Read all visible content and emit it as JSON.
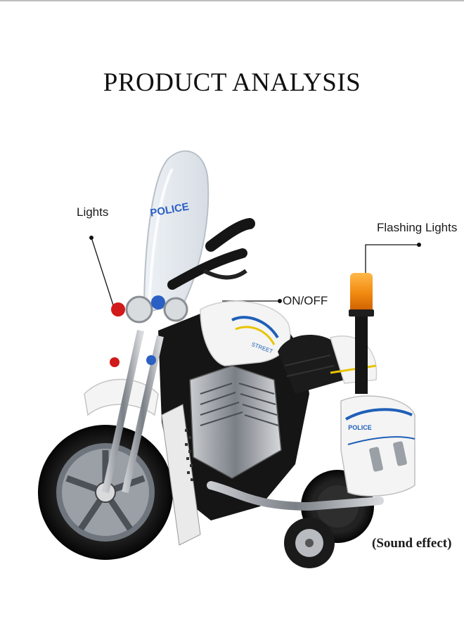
{
  "title": "PRODUCT ANALYSIS",
  "callouts": {
    "lights": "Lights",
    "flashing_lights": "Flashing Lights",
    "on_off": "ON/OFF",
    "sound_effect": "(Sound effect)"
  },
  "product": {
    "windshield_text": "POLICE",
    "saddlebag_text": "POLICE",
    "tank_text": "STREET"
  },
  "colors": {
    "body_white": "#f4f4f4",
    "frame_black": "#151515",
    "light_red": "#d11a1a",
    "light_blue": "#2a5fc4",
    "beacon_orange": "#f28a10",
    "stripe_blue": "#1f5fb8",
    "stripe_yellow": "#e8c400"
  }
}
